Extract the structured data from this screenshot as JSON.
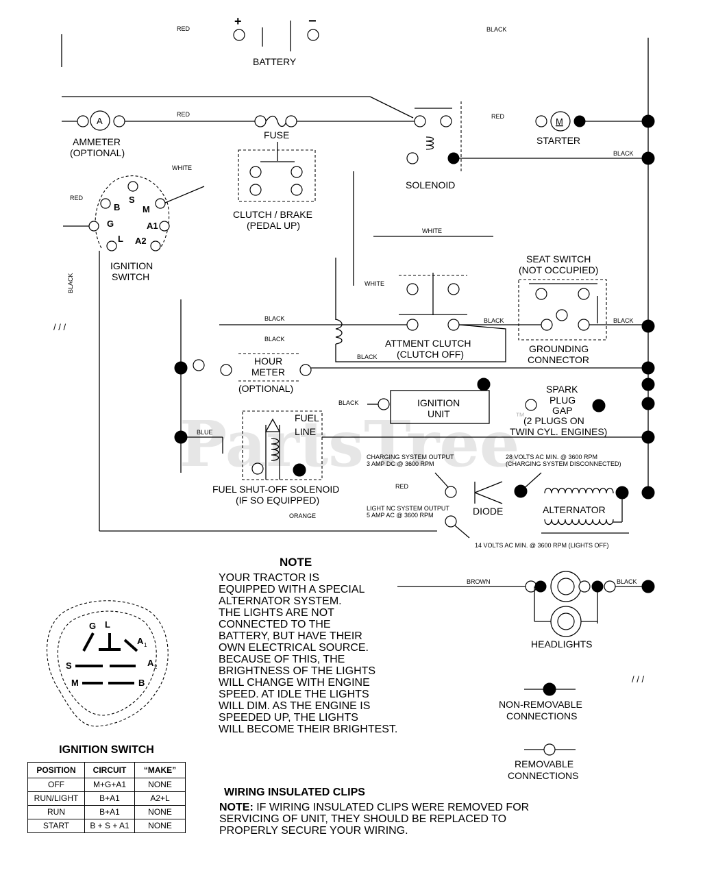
{
  "watermark": "PartsTree",
  "watermark_tm": "™",
  "battery": {
    "label": "BATTERY",
    "plus": "+",
    "minus": "−"
  },
  "ammeter": {
    "label": "AMMETER",
    "sub": "(OPTIONAL)",
    "symbol": "A"
  },
  "fuse": {
    "label": "FUSE"
  },
  "clutch_brake": {
    "label": "CLUTCH / BRAKE",
    "sub": "(PEDAL UP)"
  },
  "solenoid": {
    "label": "SOLENOID"
  },
  "starter": {
    "label": "STARTER",
    "symbol": "M"
  },
  "ignition_switch": {
    "label": "IGNITION",
    "label2": "SWITCH",
    "pins": {
      "s": "S",
      "b": "B",
      "m": "M",
      "g": "G",
      "a1": "A1",
      "l": "L",
      "a2": "A2"
    }
  },
  "seat_switch": {
    "label": "SEAT SWITCH",
    "sub": "(NOT OCCUPIED)"
  },
  "attment_clutch": {
    "label": "ATTMENT CLUTCH",
    "sub": "(CLUTCH OFF)"
  },
  "grounding_connector": {
    "label": "GROUNDING",
    "label2": "CONNECTOR"
  },
  "hour_meter": {
    "label": "HOUR",
    "label2": "METER",
    "sub": "(OPTIONAL)"
  },
  "ignition_unit": {
    "label": "IGNITION",
    "label2": "UNIT"
  },
  "spark_plug": {
    "line1": "SPARK",
    "line2": "PLUG",
    "line3": "GAP",
    "line4": "(2 PLUGS ON",
    "line5": "TWIN CYL. ENGINES)"
  },
  "fuel_line": {
    "label": "FUEL",
    "label2": "LINE"
  },
  "fuel_solenoid": {
    "label": "FUEL SHUT-OFF SOLENOID",
    "sub": "(IF SO EQUIPPED)"
  },
  "charging": {
    "output1": "CHARGING SYSTEM OUTPUT",
    "output2": "3 AMP DC @ 3600 RPM",
    "volts1": "28 VOLTS AC MIN. @ 3600 RPM",
    "volts2": "(CHARGING SYSTEM DISCONNECTED)",
    "light1": "LIGHT NC SYSTEM OUTPUT",
    "light2": "5 AMP AC @ 3600 RPM",
    "lights_off": "14 VOLTS AC MIN. @ 3600 RPM (LIGHTS OFF)"
  },
  "diode": {
    "label": "DIODE"
  },
  "alternator": {
    "label": "ALTERNATOR"
  },
  "headlights": {
    "label": "HEADLIGHTS"
  },
  "wires": {
    "red_top": "RED",
    "black_top": "BLACK",
    "red_ammeter": "RED",
    "red_starter": "RED",
    "black_solenoid": "BLACK",
    "white_ign": "WHITE",
    "red_ign": "RED",
    "black_left": "BLACK",
    "white_mid": "WHITE",
    "white_switch": "WHITE",
    "black_1": "BLACK",
    "black_2": "BLACK",
    "black_3": "BLACK",
    "black_4": "BLACK",
    "black_5": "BLACK",
    "black_6": "BLACK",
    "blue": "BLUE",
    "orange": "ORANGE",
    "red_diode": "RED",
    "brown": "BROWN",
    "black_head": "BLACK"
  },
  "note": {
    "title": "NOTE",
    "lines": [
      "YOUR TRACTOR IS",
      "EQUIPPED WITH A SPECIAL",
      "ALTERNATOR SYSTEM.",
      "THE LIGHTS ARE NOT",
      "CONNECTED TO THE",
      "BATTERY, BUT HAVE THEIR",
      "OWN ELECTRICAL SOURCE.",
      "BECAUSE OF THIS, THE",
      "BRIGHTNESS OF THE LIGHTS",
      "WILL CHANGE WITH ENGINE",
      "SPEED.  AT IDLE THE LIGHTS",
      "WILL DIM.  AS THE ENGINE IS",
      "SPEEDED UP, THE LIGHTS",
      "WILL BECOME THEIR BRIGHTEST."
    ]
  },
  "legend": {
    "nonremovable": "NON-REMOVABLE",
    "nonremovable2": "CONNECTIONS",
    "removable": "REMOVABLE",
    "removable2": "CONNECTIONS"
  },
  "wiring_clips": {
    "title": "WIRING INSULATED CLIPS",
    "note_label": "NOTE:",
    "line1": " IF WIRING INSULATED CLIPS WERE REMOVED FOR",
    "line2": "SERVICING OF UNIT, THEY SHOULD BE REPLACED TO",
    "line3": "PROPERLY SECURE YOUR WIRING."
  },
  "switch_face": {
    "g": "G",
    "l": "L",
    "a1": "A",
    "a1_sub": "1",
    "a2": "A",
    "a2_sub": "2",
    "s": "S",
    "m": "M",
    "b": "B"
  },
  "ignition_table": {
    "title": "IGNITION SWITCH",
    "headers": [
      "POSITION",
      "CIRCUIT",
      "“MAKE”"
    ],
    "rows": [
      [
        "OFF",
        "M+G+A1",
        "NONE"
      ],
      [
        "RUN/LIGHT",
        "B+A1",
        "A2+L"
      ],
      [
        "RUN",
        "B+A1",
        "NONE"
      ],
      [
        "START",
        "B + S + A1",
        "NONE"
      ]
    ]
  }
}
